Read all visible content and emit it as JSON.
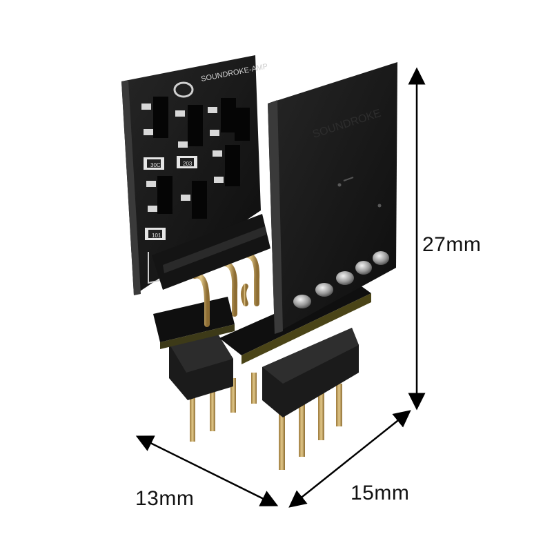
{
  "product": {
    "brand_marking": "SOUNDROKE-AMP",
    "back_marking": "SOUNDROKE",
    "resistor_codes": [
      "30C",
      "203",
      "101"
    ]
  },
  "dimensions": {
    "height_label": "27mm",
    "width_left_label": "13mm",
    "width_right_label": "15mm"
  },
  "colors": {
    "pcb": "#141414",
    "pin": "#c9a55c",
    "dimension_line": "#000000"
  }
}
